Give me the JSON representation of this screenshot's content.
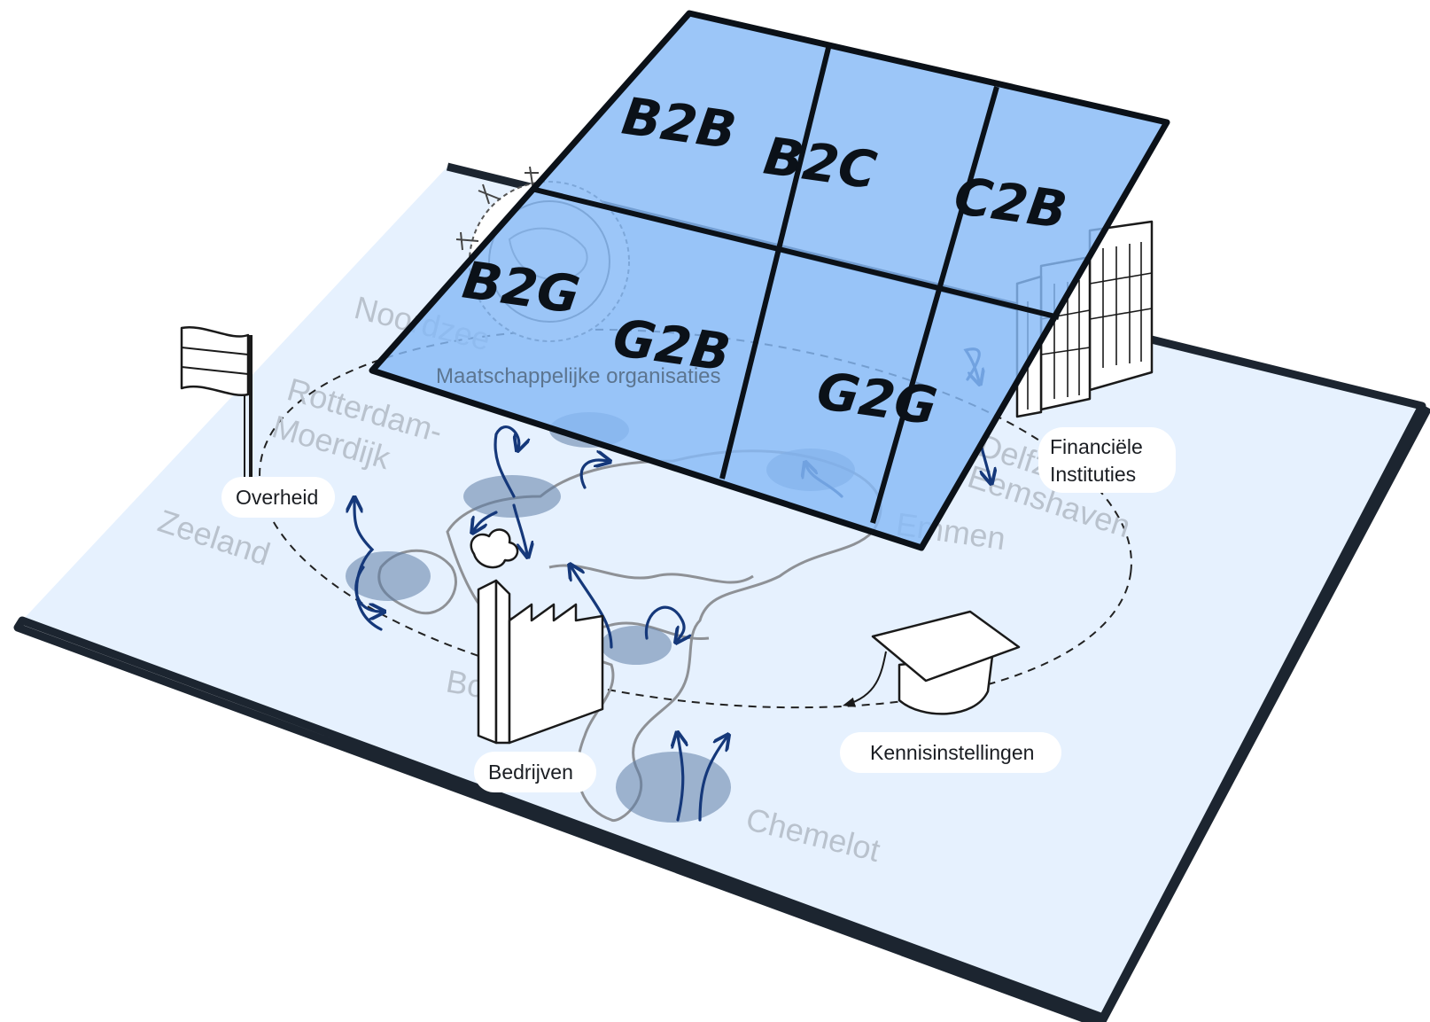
{
  "colors": {
    "board_fill": "#e6f1fe",
    "board_edge": "#1c2530",
    "grid_fill": "#86b9f7",
    "flow_arrow": "#15387a",
    "activity_blob": "#5f7ea6",
    "region_text": "#b9c2cd"
  },
  "grid": {
    "cells": [
      "B2B",
      "B2C",
      "C2B",
      "B2G",
      "G2B",
      "G2G"
    ]
  },
  "regions": {
    "noordzee": "Noordzee",
    "maatschappelijke": "Maatschappelijke organisaties",
    "rotterdam_1": "Rotterdam-",
    "rotterdam_2": "Moerdijk",
    "zeeland": "Zeeland",
    "delfzijl_1": "Delfzijl",
    "delfzijl_2": "Eemshaven",
    "emmen": "Emmen",
    "botlek": "Botlek",
    "chemelot": "Chemelot"
  },
  "actors": {
    "overheid": "Overheid",
    "financiele": [
      "Financiële",
      "Instituties"
    ],
    "bedrijven": "Bedrijven",
    "kennisinstellingen": "Kennisinstellingen"
  },
  "icons": [
    "flag-icon",
    "factory-icon",
    "bank-building-icon",
    "graduation-cap-icon",
    "globe-people-icon"
  ]
}
